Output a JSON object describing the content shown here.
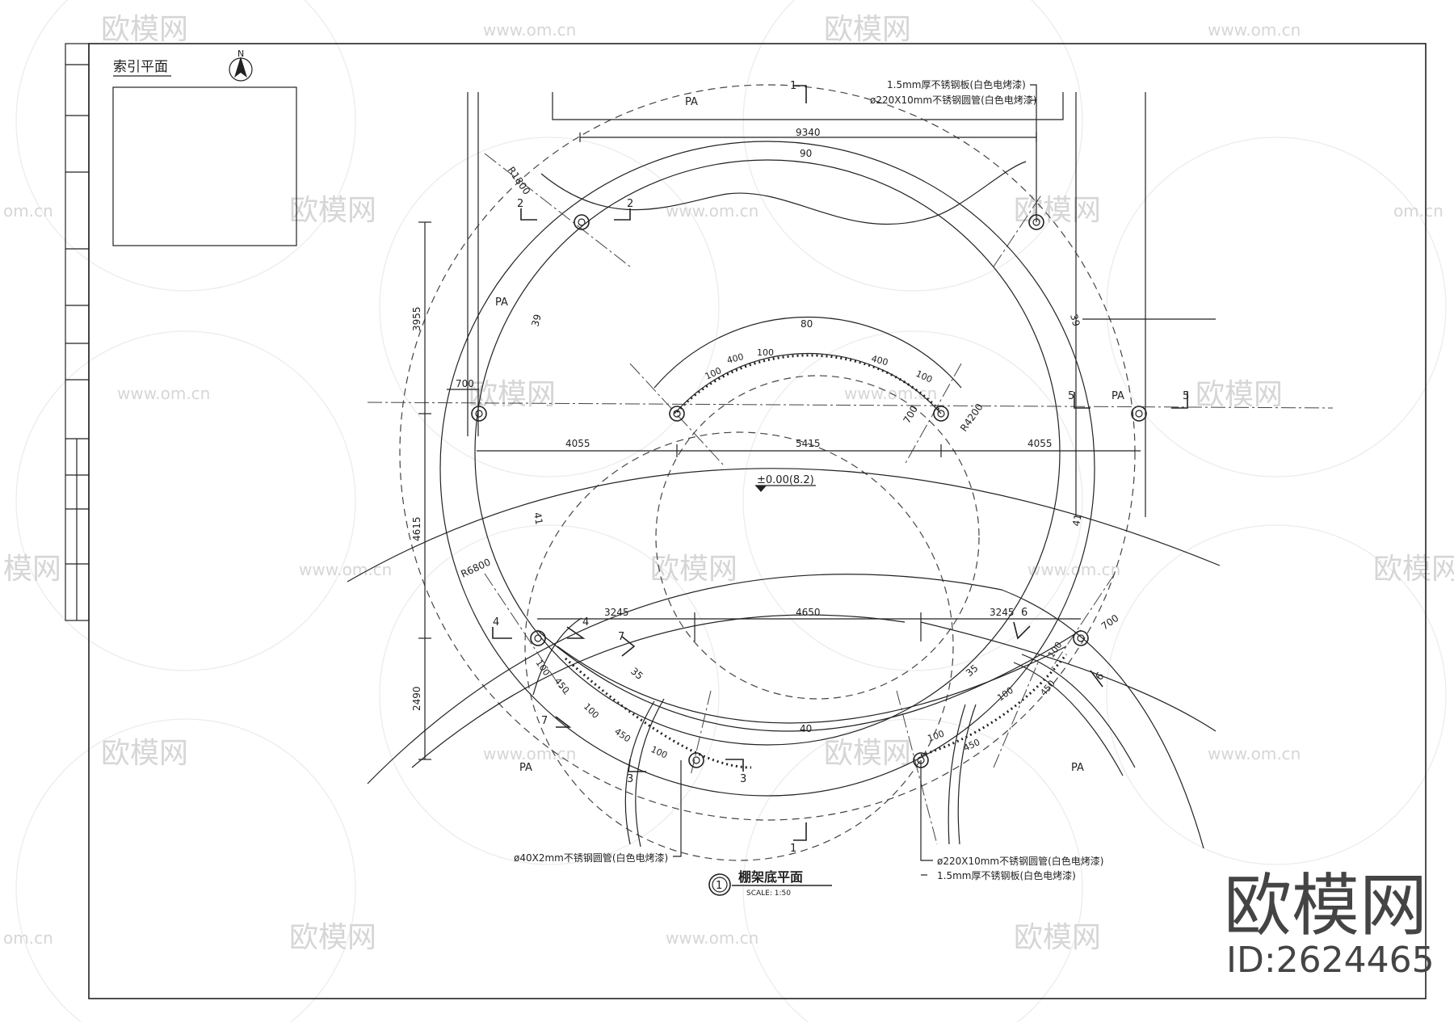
{
  "index_plan_title": "索引平面",
  "north_label": "N",
  "drawing": {
    "number": "1",
    "title": "棚架底平面",
    "scale": "SCALE: 1:50"
  },
  "notes": {
    "top_1": "1.5mm厚不锈钢板(白色电烤漆)",
    "top_2": "ø220X10mm不锈钢圆管(白色电烤漆)",
    "bottom_left": "ø40X2mm不锈钢圆管(白色电烤漆)",
    "bottom_right_1": "ø220X10mm不锈钢圆管(白色电烤漆)",
    "bottom_right_2": "1.5mm厚不锈钢板(白色电烤漆)"
  },
  "areas": {
    "pa_top": "PA",
    "pa_left": "PA",
    "pa_right": "PA",
    "pa_bottom_left": "PA",
    "pa_bottom_right": "PA"
  },
  "dimensions": {
    "d9340": "9340",
    "d3955": "3955",
    "d4615": "4615",
    "d2490": "2490",
    "d4055_l": "4055",
    "d5415": "5415",
    "d4055_r": "4055",
    "d3245_l": "3245",
    "d4650": "4650",
    "d3245_r": "3245",
    "d700_l": "700",
    "d700_m": "700",
    "d700_r": "700",
    "r1800": "R1800",
    "r4200": "R4200",
    "r6800": "R6800",
    "arc_a": "100",
    "arc_b": "400",
    "arc_c": "100",
    "arc_d": "400",
    "arc_e": "100",
    "bl_1": "100",
    "bl_2": "450",
    "bl_3": "100",
    "bl_4": "450",
    "bl_5": "100",
    "br_1": "100",
    "br_2": "450",
    "br_3": "100",
    "br_4": "450",
    "br_5": "100"
  },
  "angles": {
    "a90": "90",
    "a80": "80",
    "a39_l": "39",
    "a39_r": "39",
    "a41_l": "41",
    "a41_r": "41",
    "a35_l": "35",
    "a35_r": "35",
    "a40": "40"
  },
  "level": "±0.00(8.2)",
  "sections": {
    "s1_top": "1",
    "s1_bot": "1",
    "s2_l": "2",
    "s2_r": "2",
    "s3_l": "3",
    "s3_r": "3",
    "s4_l": "4",
    "s4_r": "4",
    "s5_l": "5",
    "s5_r": "5",
    "s6_l": "6",
    "s6_r": "6",
    "s7_l": "7",
    "s7_r": "7"
  },
  "watermark": {
    "brand": "欧模网",
    "url": "www.om.cn",
    "url_frag": "om.cn",
    "brand_frag": "模网",
    "id": "ID:2624465"
  }
}
